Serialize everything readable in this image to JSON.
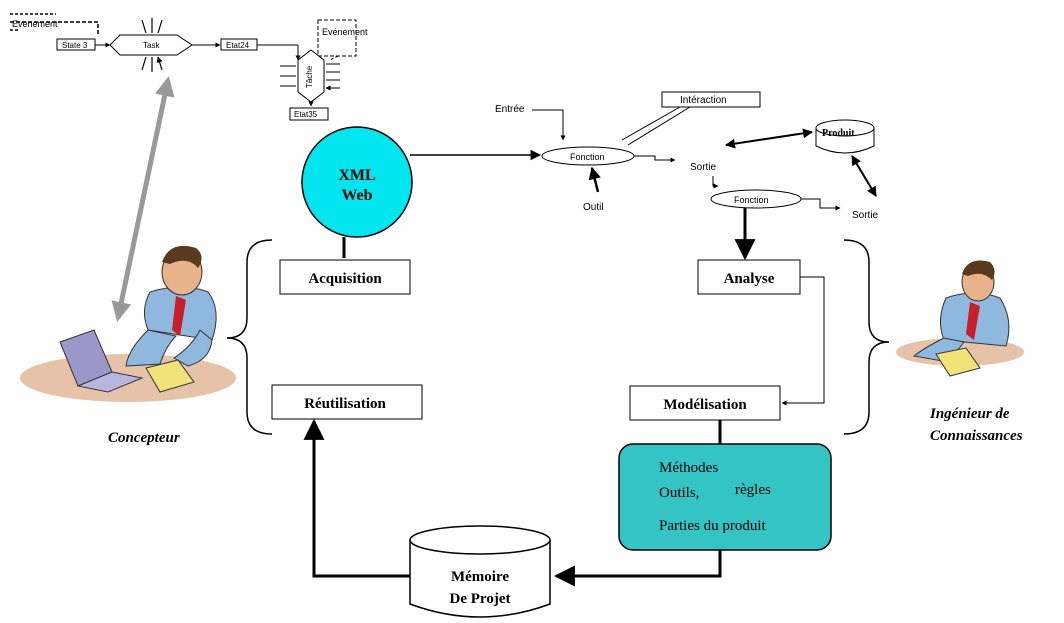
{
  "top_flow": {
    "evenement_left": "Evenement",
    "state": "State 3",
    "task": "Task",
    "etat24": "Etat24",
    "evenement_right": "Evénement",
    "tache": "Tâche",
    "etat35": "Etat35"
  },
  "function_flow": {
    "entree": "Entrée",
    "interaction": "Intéraction",
    "fonction1": "Fonction",
    "outil": "Outil",
    "sortie1": "Sortie",
    "produit": "Produit",
    "fonction2": "Fonction",
    "sortie2": "Sortie"
  },
  "xml_web": {
    "line1": "XML",
    "line2": "Web"
  },
  "boxes": {
    "acquisition": "Acquisition",
    "analyse": "Analyse",
    "reutilisation": "Réutilisation",
    "modelisation": "Modélisation"
  },
  "methods_box": {
    "line1": "Méthodes",
    "line2a": "Outils,",
    "line2b": "règles",
    "line3": "Parties du produit"
  },
  "memory": {
    "line1": "Mémoire",
    "line2": "De Projet"
  },
  "actors": {
    "concepteur": "Concepteur",
    "ingenieur_line1": "Ingénieur de",
    "ingenieur_line2": "Connaissances"
  },
  "colors": {
    "xml_circle": "#00e5ee",
    "methods_box": "#35c4c4",
    "grey_arrow": "#999999",
    "shirt": "#8fb8de",
    "skin": "#e8b38a",
    "hair": "#5a3a1e",
    "tie": "#c8202a",
    "laptop": "#9a98c8",
    "notebook": "#f1e27a",
    "desk_shadow": "#e6c2a8"
  }
}
